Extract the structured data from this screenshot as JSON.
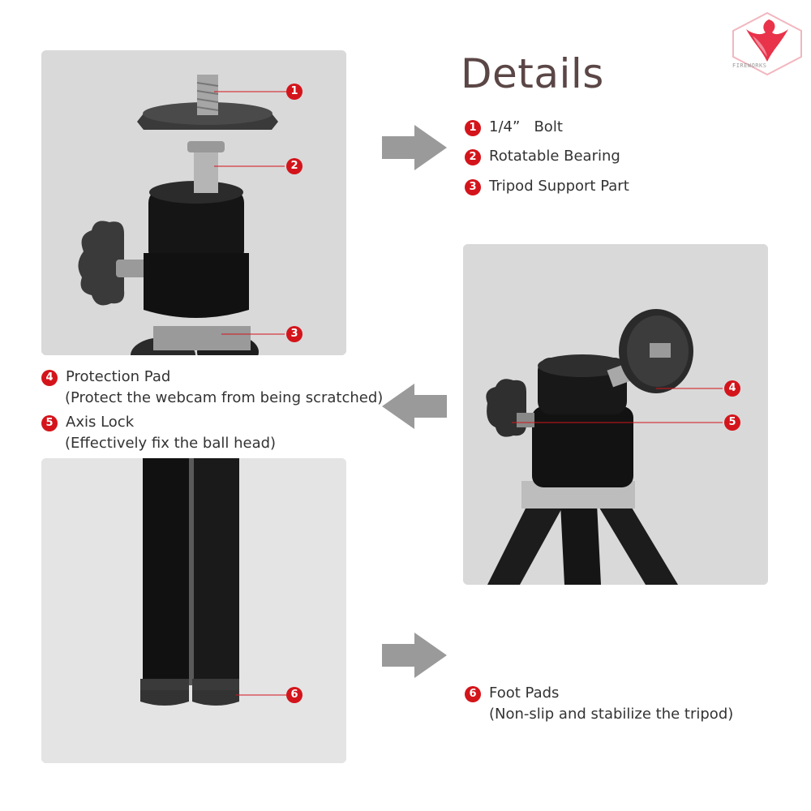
{
  "logo": {
    "text": "FIREWORKS",
    "color": "#e8334a"
  },
  "title": "Details",
  "colors": {
    "badge": "#d4141b",
    "panel": "#d9d9d9",
    "arrow": "#999999",
    "title": "#5b4646"
  },
  "top_items": [
    {
      "num": "1",
      "label": "1/4”   Bolt"
    },
    {
      "num": "2",
      "label": "Rotatable Bearing"
    },
    {
      "num": "3",
      "label": "Tripod Support Part"
    }
  ],
  "middle_items": [
    {
      "num": "4",
      "label": "Protection Pad",
      "sub": "(Protect the webcam from being scratched)"
    },
    {
      "num": "5",
      "label": "Axis Lock",
      "sub": "(Effectively fix the ball head)"
    }
  ],
  "bottom_item": {
    "num": "6",
    "label": "Foot Pads",
    "sub": "(Non-slip and stabilize the tripod)"
  },
  "callouts": [
    "1",
    "2",
    "3",
    "4",
    "5",
    "6"
  ],
  "icons": [
    "arrow-right-icon",
    "arrow-left-icon",
    "arrow-right-icon",
    "fireworks-logo-icon"
  ]
}
